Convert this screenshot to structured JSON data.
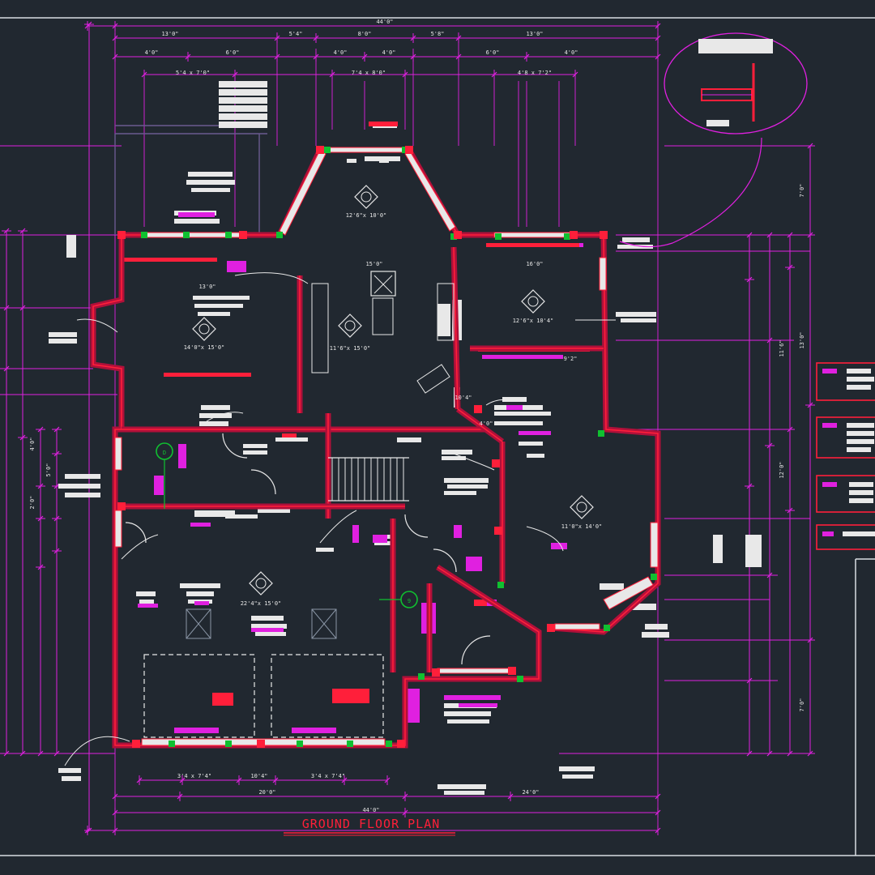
{
  "drawing": {
    "title": "GROUND FLOOR PLAN",
    "colors": {
      "background": "#212830",
      "frame": "#d9dde3",
      "dimension": "#e020e0",
      "wall": "#ff1f3a",
      "wall_hatch": "#b0103a",
      "text_block": "#e8e8e8",
      "grid": "#6a5a90",
      "marker": "#10c030",
      "tag": "#e020e0"
    },
    "dims": {
      "overall_top": "44'0\"",
      "overall_bottom": "44'0\"",
      "bottom_row": [
        "20'0\"",
        "24'0\""
      ],
      "top_row": [
        "13'0\"",
        "5'4\"",
        "8'0\"",
        "5'8\"",
        "13'0\""
      ],
      "top_row2": [
        "4'0\"",
        "6'0\"",
        "4'0\"",
        "4'0\"",
        "6'0\"",
        "4'0\""
      ],
      "door_row": [
        "3'4 x 7'4\"",
        "10'4\"",
        "3'4 x 7'4\""
      ],
      "right_col": [
        "7'0\"",
        "13'0\"",
        "11'6\"",
        "12'0\"",
        "7'0\""
      ],
      "left_col": [
        "4'0\"",
        "2'0\"",
        "5'0\""
      ],
      "window_sizes": [
        "5'4 x 7'0\"",
        "7'4 x 8'0\"",
        "4'8 x 7'2\""
      ],
      "room_dims": [
        "12'6\"x 10'0\"",
        "14'0\"x 15'0\"",
        "11'6\"x 15'0\"",
        "12'6\"x 10'4\"",
        "11'0\"x 14'0\"",
        "22'4\"x 15'0\""
      ],
      "small_dims": [
        "15'0\"",
        "13'0\"",
        "16'0\"",
        "10'4\"",
        "9'2\"",
        "4'0\""
      ]
    },
    "markers": {
      "grid_d": "D",
      "grid_9": "9"
    }
  }
}
